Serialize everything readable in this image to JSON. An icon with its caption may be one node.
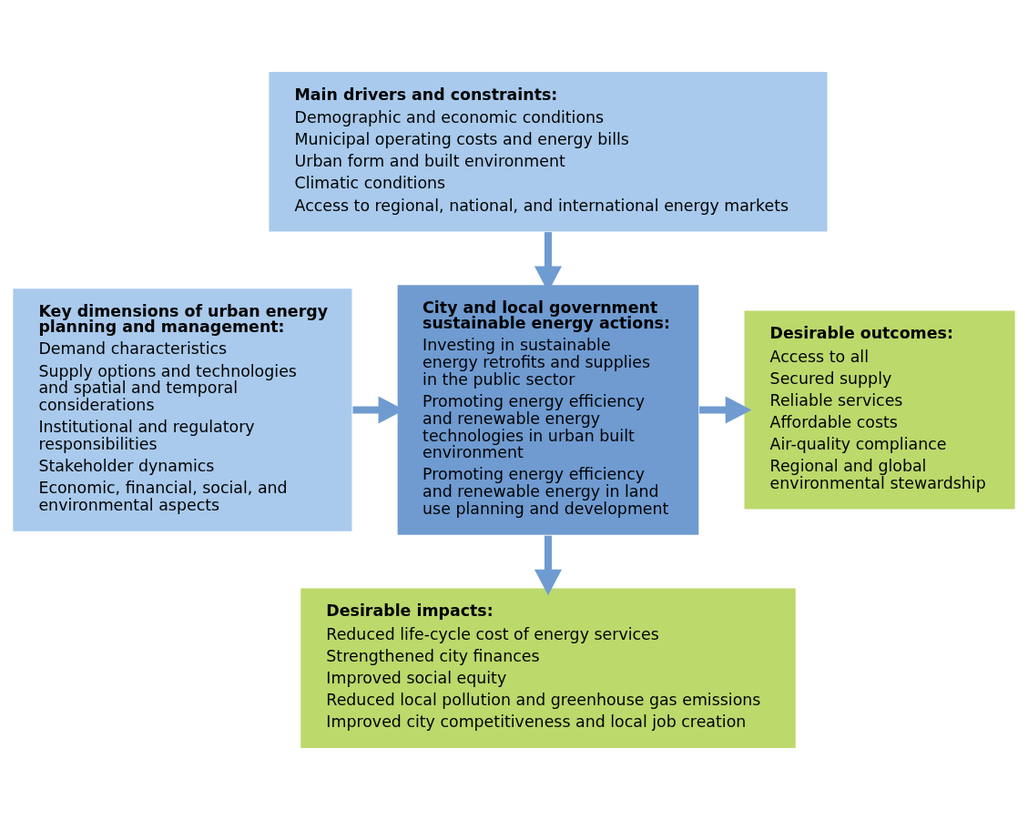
{
  "diagram": {
    "nodes": [
      {
        "text": [
          "Main drivers and constraints:",
          "Demographic and economic conditions",
          "Municipal operating costs and energy bills",
          "Urban form and built environment",
          "Climatic conditions",
          "Access to regional, national, and international energy markets"
        ]
      },
      {
        "text": [
          "Key dimensions of urban energy planning and management:",
          "Demand characteristics",
          "Supply options and technologies and spatial and temporal considerations",
          "Institutional and regulatory responsibilities",
          "Stakeholder dynamics",
          "Economic, financial, social, and environmental aspects"
        ]
      },
      {
        "text": [
          "City and local government sustainable energy actions:",
          "Investing in sustainable energy retrofits and supplies in the public sector",
          "Promoting energy efficiency and renewable energy technologies in urban built environment",
          "Promoting energy efficiency and renewable energy in land use planning and development"
        ]
      },
      {
        "text": [
          "Desirable outcomes:",
          "Access to all",
          "Secured supply",
          "Reliable services",
          "Affordable costs",
          "Air-quality compliance",
          "Regional and global environmental stewardship"
        ]
      },
      {
        "text": [
          "Desirable impacts:",
          "Reduced life-cycle cost of energy services",
          "Strengthened city finances",
          "Improved social equity",
          "Reduced local pollution and greenhouse gas emissions",
          "Improved city competitiveness and local job creation"
        ]
      }
    ],
    "edges": [
      {
        "from": 0,
        "to": 2,
        "arrow": "to"
      },
      {
        "from": 1,
        "to": 2,
        "arrow": "to"
      },
      {
        "from": 2,
        "to": 3,
        "arrow": "to"
      },
      {
        "from": 2,
        "to": 4,
        "arrow": "to"
      }
    ]
  }
}
